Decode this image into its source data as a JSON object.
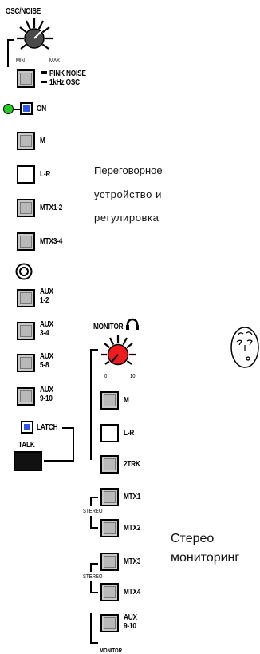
{
  "osc": {
    "title": "OSC/NOISE",
    "knob_min": "MIN",
    "knob_max": "MAX",
    "pink_noise": "PINK NOISE",
    "osc_1khz": "1kHz OSC",
    "on": "ON"
  },
  "talk_buttons": [
    "M",
    "L-R",
    "MTX1-2",
    "MTX3-4"
  ],
  "aux_buttons": [
    [
      "AUX",
      "1-2"
    ],
    [
      "AUX",
      "3-4"
    ],
    [
      "AUX",
      "5-8"
    ],
    [
      "AUX",
      "9-10"
    ]
  ],
  "latch": "LATCH",
  "talk": "TALK",
  "monitor": {
    "title": "MONITOR",
    "knob_min": "0",
    "knob_max": "10",
    "buttons": [
      "M",
      "L-R",
      "2TRK",
      "MTX1",
      "MTX2",
      "MTX3",
      "MTX4"
    ],
    "aux": [
      "AUX",
      "9-10"
    ],
    "stereo": "STEREO",
    "footer": "MONITOR"
  },
  "annotations": {
    "talkback": [
      "Переговорное",
      "устройство и",
      "регулировка"
    ],
    "stereo_monitoring": [
      "Стерео",
      "мониторинг"
    ]
  },
  "colors": {
    "led_green": "#22cc22",
    "on_blue": "#2d55e6",
    "monitor_knob_red": "#ee1c1c",
    "osc_knob_gray": "#4a4a4a"
  }
}
